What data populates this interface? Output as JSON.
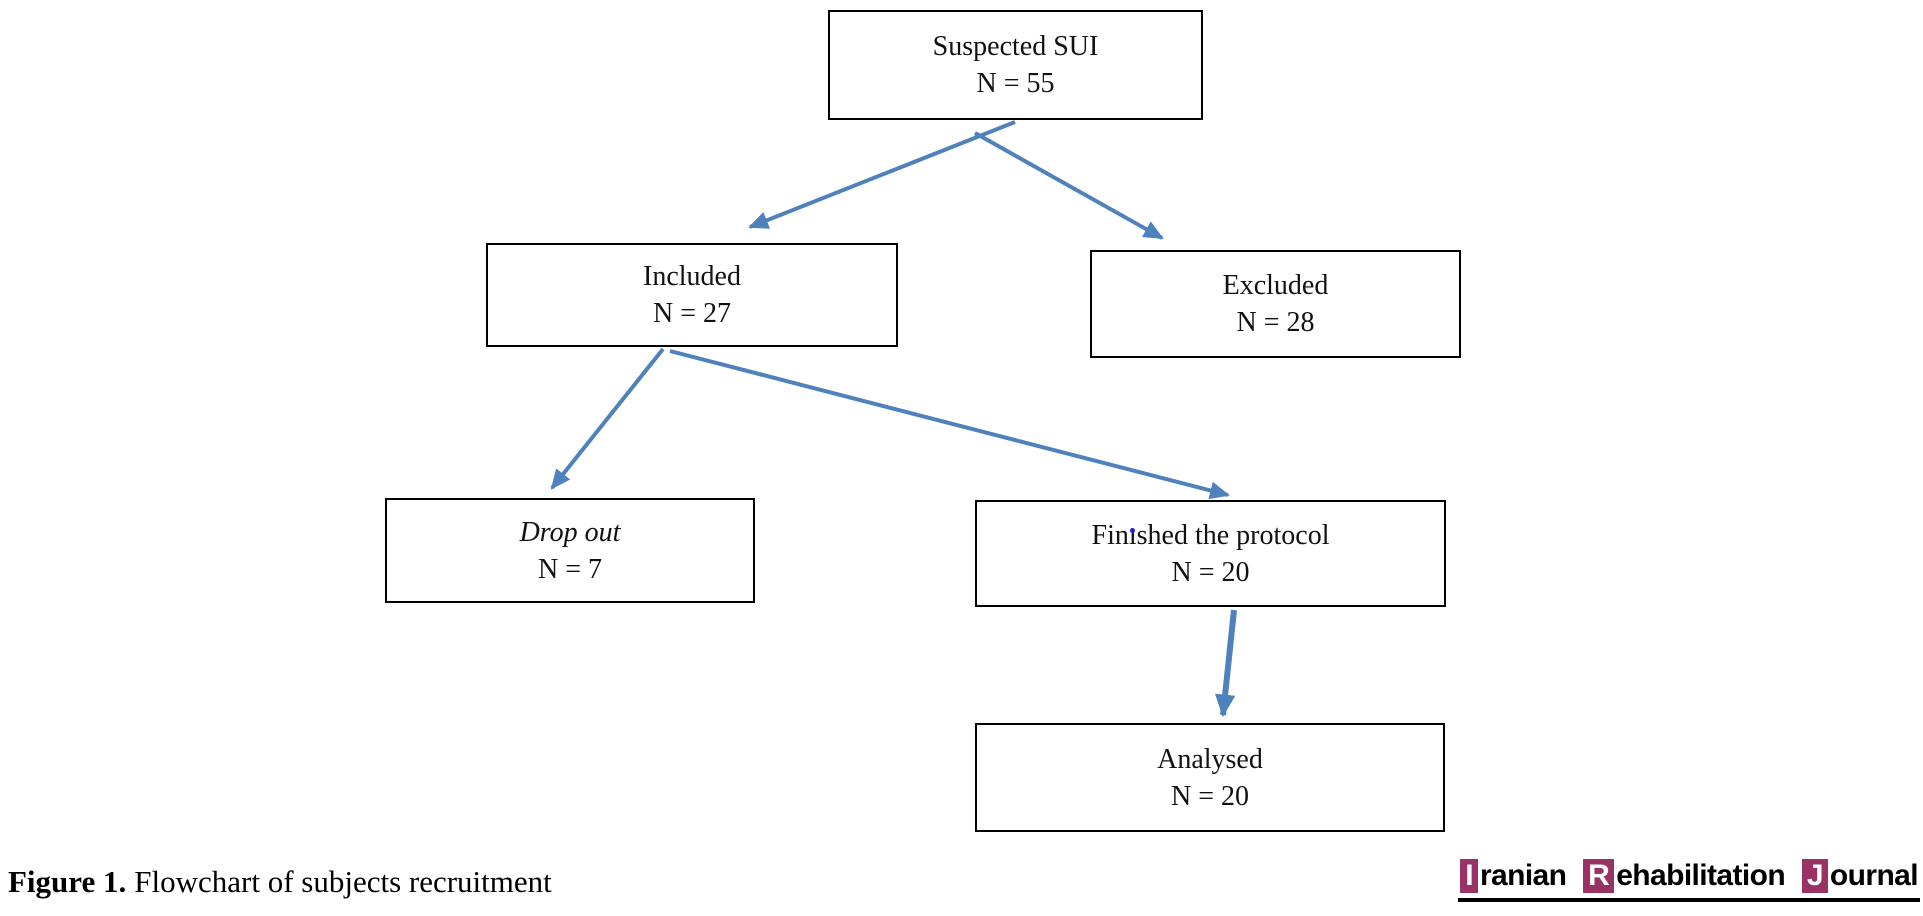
{
  "figure": {
    "caption_label": "Figure 1.",
    "caption_text": "Flowchart of subjects recruitment"
  },
  "flowchart": {
    "arrow_color": "#4f81bd",
    "box_border_color": "#000000",
    "nodes": [
      {
        "id": "suspected-sui",
        "line1": "Suspected SUI",
        "line2": "N = 55"
      },
      {
        "id": "included",
        "line1": "Included",
        "line2": "N = 27"
      },
      {
        "id": "excluded",
        "line1": "Excluded",
        "line2": "N = 28"
      },
      {
        "id": "drop-out",
        "line1": "Drop out",
        "line2": "N = 7",
        "line1_style": "italic"
      },
      {
        "id": "finished-protocol",
        "line1": "Finished the protocol",
        "line2": "N = 20",
        "line1_parts": {
          "pre": "Fin",
          "dotless_i": "ı",
          "post": "shed the protocol"
        },
        "artifact": "blue dot printed over second i",
        "artifact_color": "#2121cc"
      },
      {
        "id": "analysed",
        "line1": "Analysed",
        "line2": "N = 20"
      }
    ],
    "edges": [
      {
        "from": "suspected-sui",
        "to": "included"
      },
      {
        "from": "suspected-sui",
        "to": "excluded"
      },
      {
        "from": "included",
        "to": "drop-out"
      },
      {
        "from": "included",
        "to": "finished-protocol"
      },
      {
        "from": "finished-protocol",
        "to": "analysed",
        "thick": true
      }
    ]
  },
  "journal_logo": {
    "full_name": "Iranian Rehabilitation Journal",
    "block_color": "#993366",
    "words": [
      {
        "initial": "I",
        "rest": "ranian"
      },
      {
        "initial": "R",
        "rest": "ehabilitation"
      },
      {
        "initial": "J",
        "rest": "ournal"
      }
    ]
  }
}
